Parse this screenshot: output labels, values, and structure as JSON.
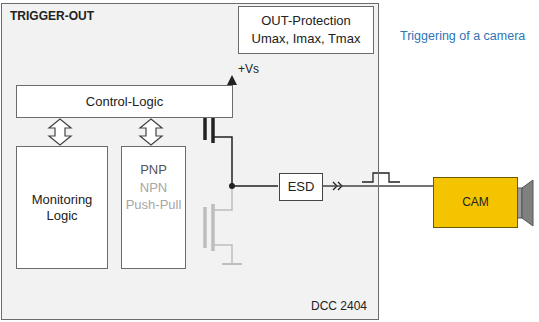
{
  "diagram": {
    "nodes": [
      {
        "text": [
          "TRIGGER-OUT",
          "DCC 2404"
        ]
      },
      {
        "text": [
          "OUT-Protection",
          "Umax, Imax, Tmax"
        ],
        "in": 0
      },
      {
        "text": [
          "Control-Logic"
        ],
        "in": 0
      },
      {
        "text": [
          "Monitoring Logic"
        ],
        "in": 0
      },
      {
        "text": [
          "PNP",
          "NPN",
          "Push-Pull"
        ],
        "in": 0
      },
      {
        "text": [
          "ESD"
        ],
        "in": 0
      },
      {
        "text": [
          "CAM"
        ]
      }
    ],
    "edges": [
      {
        "from": 2,
        "to": 3,
        "arrow": "both"
      },
      {
        "from": 2,
        "to": 4,
        "arrow": "both"
      },
      {
        "from": 5,
        "to": 6,
        "arrow": "none"
      }
    ],
    "labels": [
      "+Vs",
      "Triggering of a camera"
    ]
  }
}
